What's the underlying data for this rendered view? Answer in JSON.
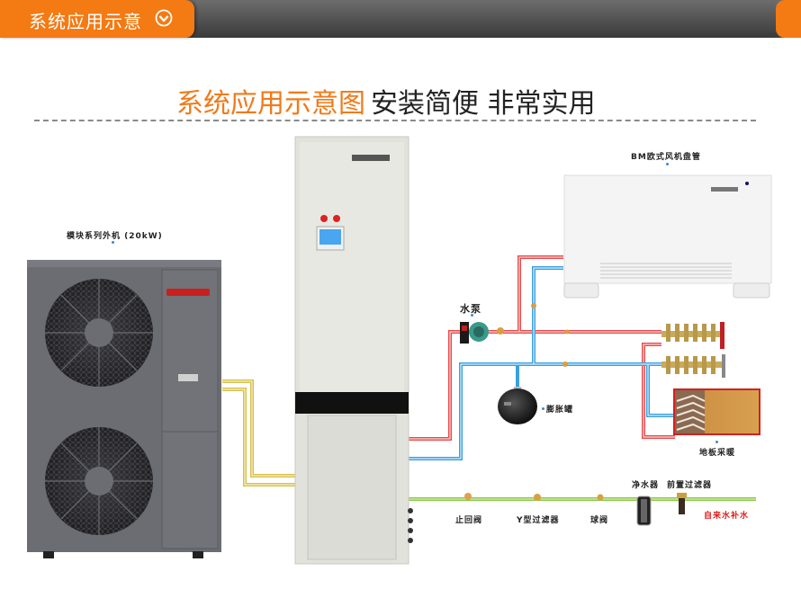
{
  "header": {
    "tab_label": "系统应用示意",
    "tab_icon": "chevron-down-circle-icon",
    "accent_color": "#f47a13",
    "bar_color": "#4a4a4a"
  },
  "headline": {
    "highlight": "系统应用示意图",
    "rest": "安装简便 非常实用"
  },
  "components": {
    "outdoor_unit": "模块系列外机 (20kW)",
    "fan_coil": "BM欧式风机盘管",
    "pump": "水泵",
    "expansion_tank": "膨胀罐",
    "floor_heating": "地板采暖",
    "check_valve": "止回阀",
    "y_filter": "Y型过滤器",
    "ball_valve": "球阀",
    "water_purifier": "净水器",
    "pre_filter": "前置过滤器",
    "tap_water_supply": "自来水补水"
  },
  "colors": {
    "hot_pipe": "#e84a4a",
    "cold_pipe": "#3aa0e0",
    "refrigerant_pipe": "#d8c050",
    "supply_pipe": "#8cc84a"
  }
}
